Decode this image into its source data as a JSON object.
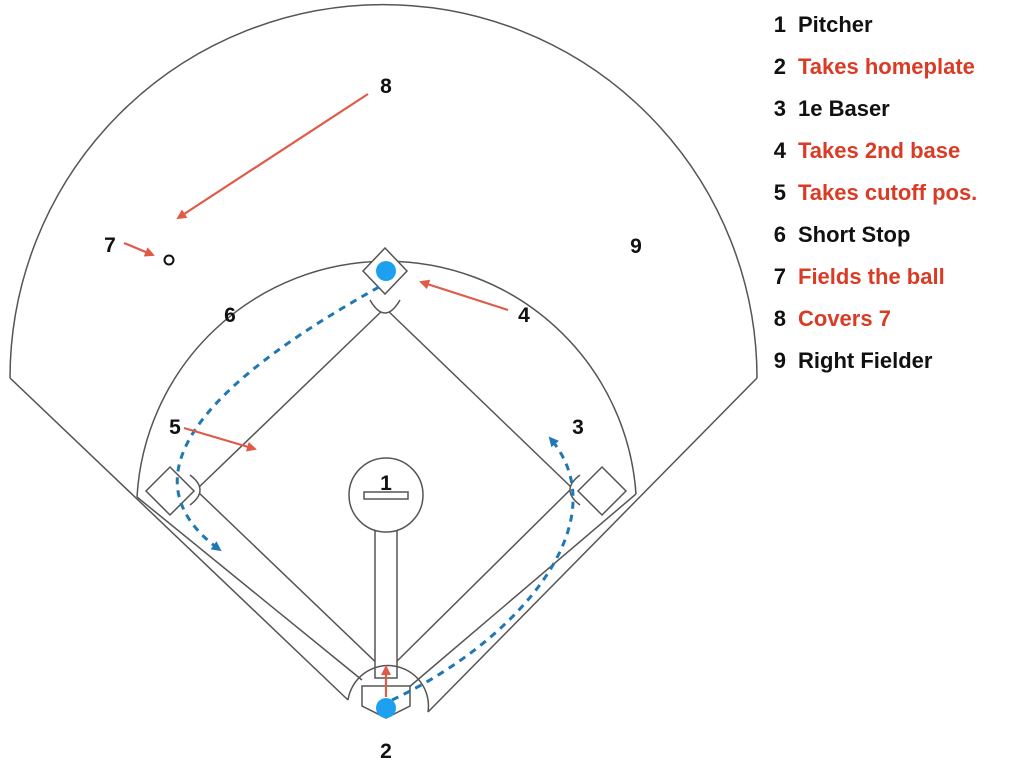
{
  "diagram": {
    "position_labels": [
      "8",
      "7",
      "9",
      "6",
      "4",
      "5",
      "3",
      "1",
      "2"
    ],
    "colors": {
      "outline": "#555555",
      "red_arrow": "#e05a48",
      "blue_path": "#1f78b4",
      "base_runner": "#1ea0f0",
      "highlight_text": "#d93b25"
    }
  },
  "legend": {
    "items": [
      {
        "num": "1",
        "text": "Pitcher",
        "highlight": false
      },
      {
        "num": "2",
        "text": "Takes homeplate",
        "highlight": true
      },
      {
        "num": "3",
        "text": "1e Baser",
        "highlight": false
      },
      {
        "num": "4",
        "text": "Takes 2nd base",
        "highlight": true
      },
      {
        "num": "5",
        "text": "Takes cutoff pos.",
        "highlight": true
      },
      {
        "num": "6",
        "text": "Short Stop",
        "highlight": false
      },
      {
        "num": "7",
        "text": "Fields the ball",
        "highlight": true
      },
      {
        "num": "8",
        "text": "Covers 7",
        "highlight": true
      },
      {
        "num": "9",
        "text": "Right Fielder",
        "highlight": false
      }
    ]
  }
}
